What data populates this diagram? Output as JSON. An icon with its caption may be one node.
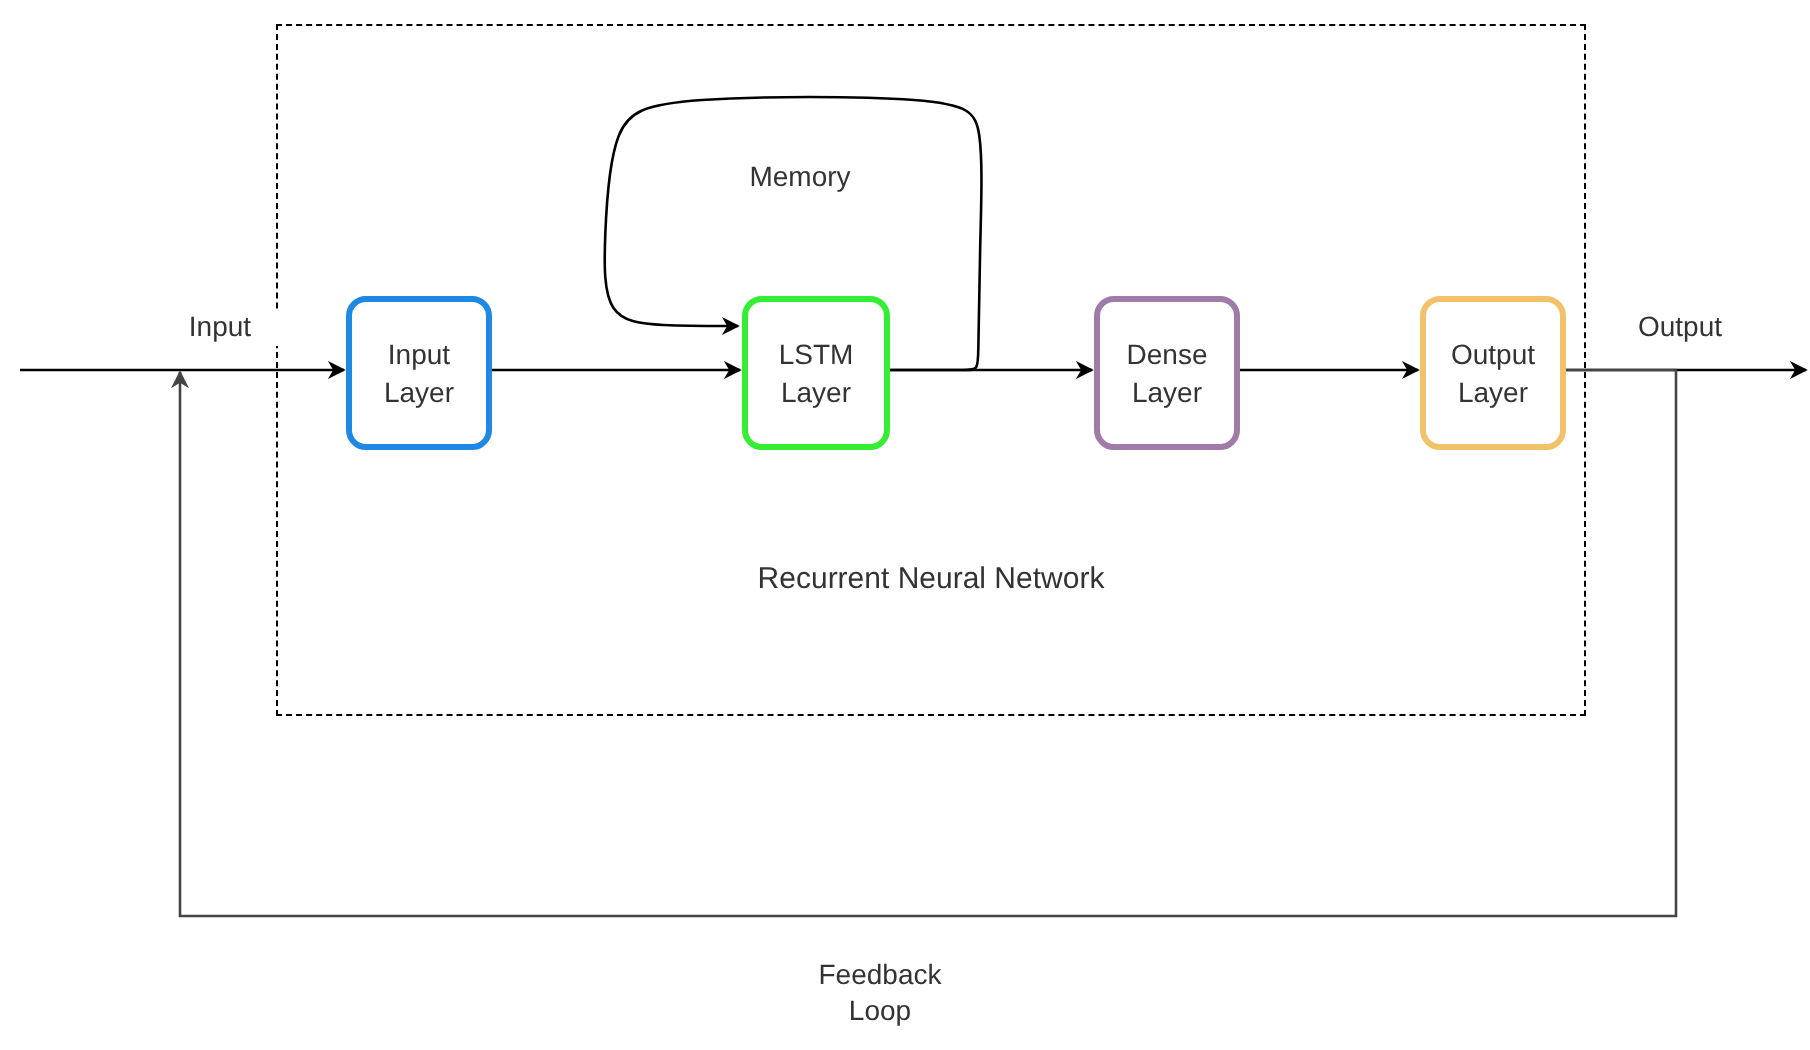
{
  "diagram": {
    "nodes": [
      {
        "text": [
          "Recurrent Neural Network"
        ]
      },
      {
        "text": [
          "Input Layer"
        ],
        "in": 0
      },
      {
        "text": [
          "LSTM Layer"
        ],
        "in": 0
      },
      {
        "text": [
          "Dense Layer"
        ],
        "in": 0
      },
      {
        "text": [
          "Output Layer"
        ],
        "in": 0
      }
    ],
    "edges": [
      {
        "from": null,
        "to": 1,
        "arrow": "to",
        "label": "Input"
      },
      {
        "from": 1,
        "to": 2,
        "arrow": "to"
      },
      {
        "from": 2,
        "to": 2,
        "arrow": "to",
        "label": "Memory"
      },
      {
        "from": 2,
        "to": 3,
        "arrow": "to"
      },
      {
        "from": 3,
        "to": 4,
        "arrow": "to"
      },
      {
        "from": 4,
        "to": null,
        "arrow": "to",
        "label": "Output"
      },
      {
        "from": 4,
        "to": 1,
        "arrow": "to",
        "label": "Feedback Loop"
      }
    ]
  }
}
